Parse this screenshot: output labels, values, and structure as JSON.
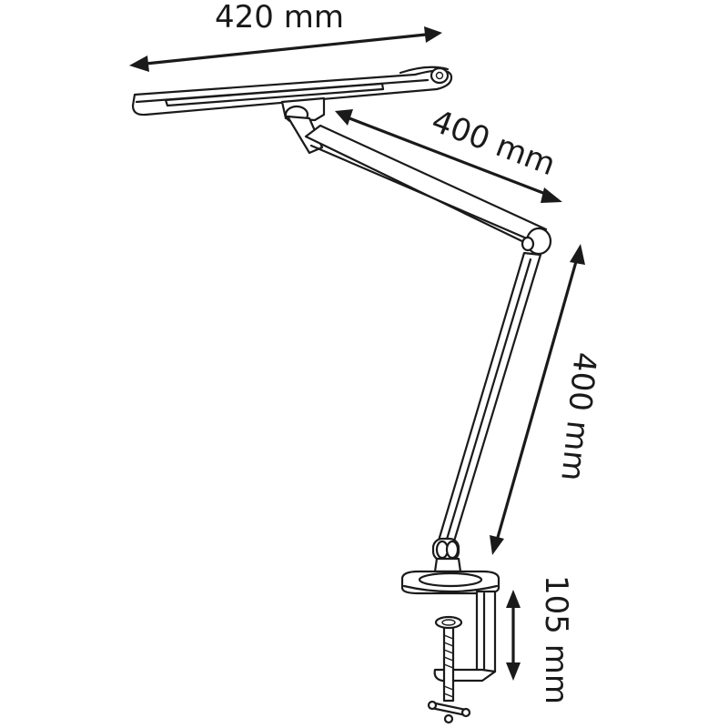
{
  "dimensions": {
    "head_width": "420 mm",
    "upper_arm": "400 mm",
    "lower_arm": "400 mm",
    "clamp_height": "105 mm"
  },
  "colors": {
    "line": "#1a1a1a",
    "background": "#ffffff"
  }
}
